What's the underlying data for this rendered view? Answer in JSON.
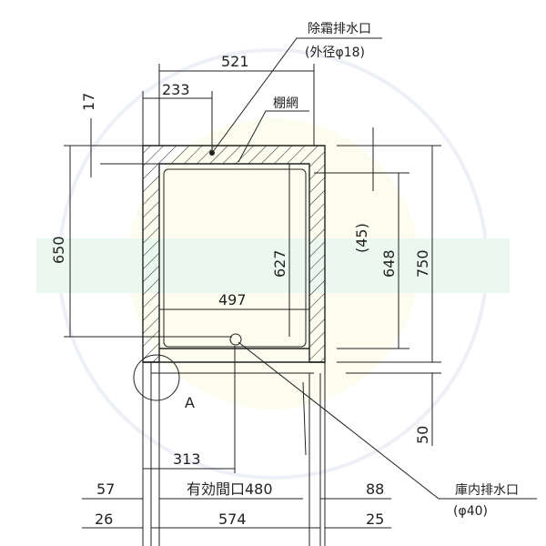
{
  "drawing": {
    "dimensions": {
      "d521": "521",
      "d233": "233",
      "d17": "17",
      "d650": "650",
      "d627": "627",
      "d497": "497",
      "d45": "(45)",
      "d648": "648",
      "d750": "750",
      "d50": "50",
      "d313": "313",
      "d57": "57",
      "d480": "有効間口480",
      "d88": "88",
      "d26": "26",
      "d574": "574",
      "d25": "25"
    },
    "labels": {
      "defrost_drain": "除霜排水口",
      "defrost_drain_size": "(外径φ18)",
      "shelf_net": "棚網",
      "interior_drain": "庫内排水口",
      "interior_drain_size": "(φ40)",
      "detail_mark": "A"
    },
    "colors": {
      "line": "#222222",
      "watermark_fill": "#fbfbe6",
      "watermark_band": "#dff5e6",
      "watermark_text": "#dfe3f0"
    }
  }
}
